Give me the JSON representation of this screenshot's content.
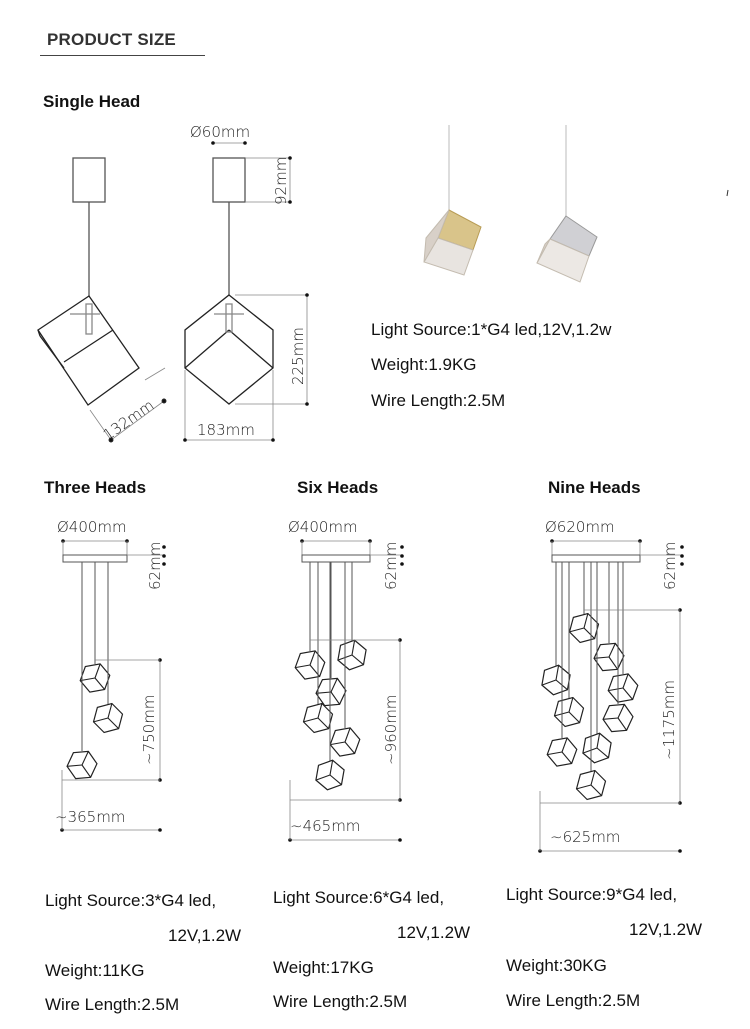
{
  "header": {
    "title": "PRODUCT SIZE"
  },
  "single": {
    "title": "Single Head",
    "dims": {
      "diameter": "Ø60mm",
      "canopy_height": "92mm",
      "side": "132mm",
      "height": "225mm",
      "width": "183mm"
    },
    "specs": {
      "light_source": "Light Source:1*G4 led,12V,1.2w",
      "weight": "Weight:1.9KG",
      "wire": "Wire Length:2.5M"
    },
    "finishes": [
      "gold",
      "chrome"
    ],
    "colors": {
      "gold": "#c9ae6a",
      "chrome": "#b8b8bc"
    }
  },
  "variants": [
    {
      "title": "Three Heads",
      "diameter": "Ø400mm",
      "canopy_height": "62mm",
      "drop": "~750mm",
      "spread": "~365mm",
      "specs": {
        "light_source_1": "Light Source:3*G4 led,",
        "light_source_2": "12V,1.2W",
        "weight": "Weight:11KG",
        "wire": "Wire Length:2.5M"
      }
    },
    {
      "title": "Six Heads",
      "diameter": "Ø400mm",
      "canopy_height": "62mm",
      "drop": "~960mm",
      "spread": "~465mm",
      "specs": {
        "light_source_1": "Light Source:6*G4 led,",
        "light_source_2": "12V,1.2W",
        "weight": "Weight:17KG",
        "wire": "Wire Length:2.5M"
      }
    },
    {
      "title": "Nine Heads",
      "diameter": "Ø620mm",
      "canopy_height": "62mm",
      "drop": "~1175mm",
      "spread": "~625mm",
      "specs": {
        "light_source_1": "Light Source:9*G4 led,",
        "light_source_2": "12V,1.2W",
        "weight": "Weight:30KG",
        "wire": "Wire Length:2.5M"
      }
    }
  ]
}
